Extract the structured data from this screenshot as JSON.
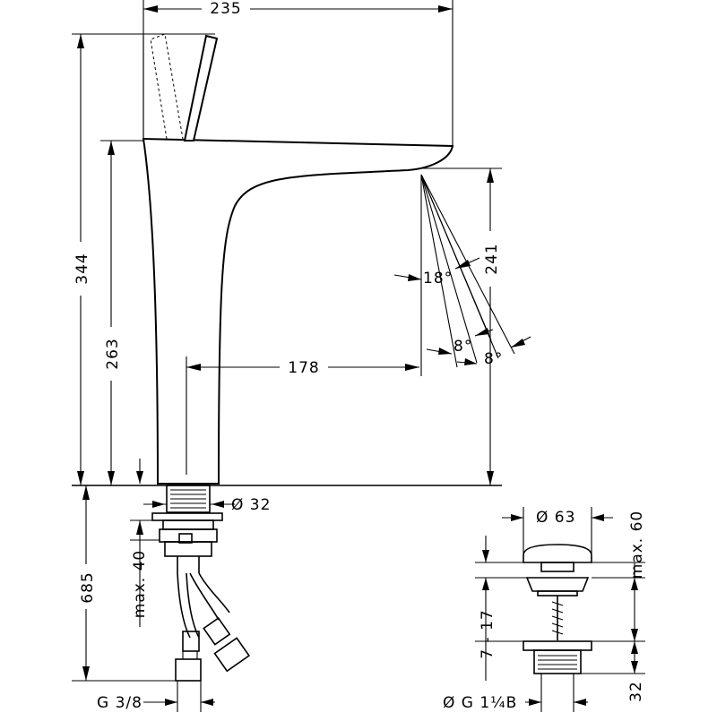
{
  "dimensions": {
    "overall_width": "235",
    "overall_height": "344",
    "spout_height": "263",
    "spout_reach": "178",
    "outlet_height": "241",
    "angle_a": "18°",
    "angle_b": "8°",
    "angle_c": "8°",
    "shank_diameter": "Ø 32",
    "hose_length": "685",
    "max_thickness": "max. 40",
    "connection": "G 3/8"
  },
  "waste": {
    "cap_diameter": "Ø 63",
    "max_height": "max. 60",
    "range": "7 - 17",
    "thread": "Ø G 1¼B",
    "bottom": "32"
  },
  "colors": {
    "line": "#000000",
    "background": "#ffffff"
  }
}
